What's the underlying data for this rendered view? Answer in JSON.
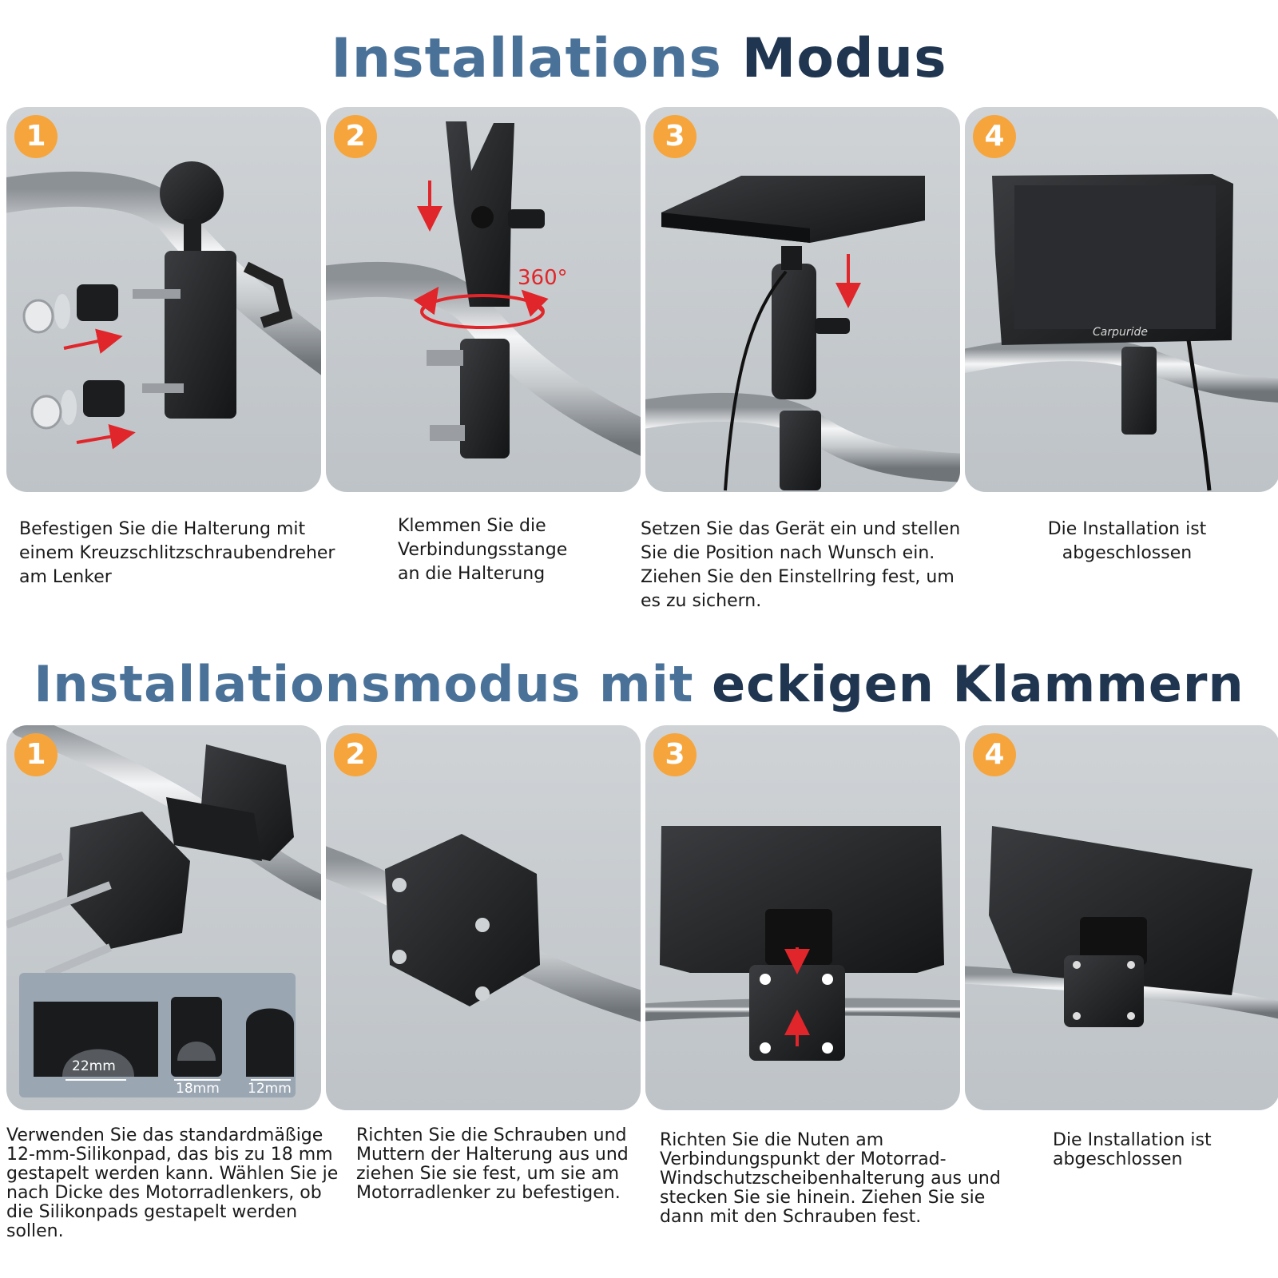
{
  "section1": {
    "title_part1": "Installations",
    "title_part2": "Modus",
    "steps": [
      {
        "number": "1",
        "caption": "Befestigen Sie die Halterung mit einem Kreuzschlitzschraubendreher am Lenker"
      },
      {
        "number": "2",
        "caption": "Klemmen Sie die Verbindungsstange an die Halterung",
        "angle_label": "360°"
      },
      {
        "number": "3",
        "caption": "Setzen Sie das Gerät ein und stellen Sie die Position nach Wunsch ein. Ziehen Sie den Einstellring fest, um es zu sichern."
      },
      {
        "number": "4",
        "caption": "Die Installation ist abgeschlossen",
        "brand_label": "Carpuride"
      }
    ]
  },
  "section2": {
    "title_part1": "Installationsmodus mit",
    "title_part2": "eckigen Klammern",
    "steps": [
      {
        "number": "1",
        "caption": "Verwenden Sie das standardmäßige 12-mm-Silikonpad, das bis zu 18 mm gestapelt werden kann. Wählen Sie je nach Dicke des Motorradlenkers, ob die Silikonpads gestapelt werden sollen.",
        "sizes": [
          "22mm",
          "18mm",
          "12mm"
        ]
      },
      {
        "number": "2",
        "caption": "Richten Sie die Schrauben und Muttern der Halterung aus und ziehen Sie sie fest, um sie am Motorradlenker zu befestigen."
      },
      {
        "number": "3",
        "caption": "Richten Sie die Nuten am Verbindungspunkt der Motorrad-Windschutzscheibenhalterung aus und stecken Sie sie hinein. Ziehen Sie sie dann mit den Schrauben fest."
      },
      {
        "number": "4",
        "caption": "Die Installation ist abgeschlossen"
      }
    ]
  },
  "colors": {
    "title_light": "#4a7299",
    "title_dark": "#1f3550",
    "badge": "#f6a53c",
    "panel_bg": "#c6cacd",
    "arrow_red": "#e0262a"
  }
}
